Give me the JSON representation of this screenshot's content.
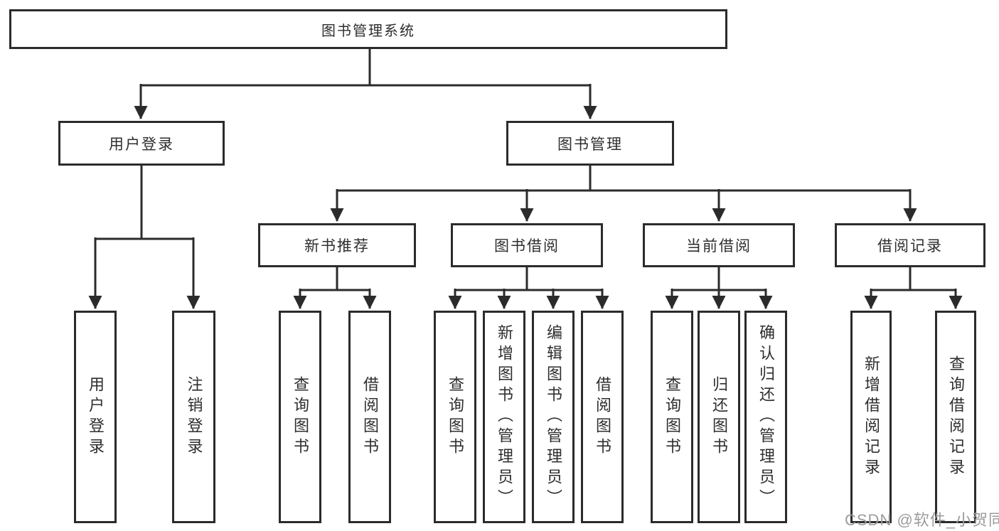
{
  "diagram": {
    "root": {
      "label": "图书管理系统"
    },
    "level1": [
      {
        "label": "用户登录"
      },
      {
        "label": "图书管理"
      }
    ],
    "level2": [
      {
        "label": "新书推荐"
      },
      {
        "label": "图书借阅"
      },
      {
        "label": "当前借阅"
      },
      {
        "label": "借阅记录"
      }
    ],
    "leaves": {
      "user_login": [
        "用户登录",
        "注销登录"
      ],
      "new_book": [
        "查询图书",
        "借阅图书"
      ],
      "book_borrow": [
        "查询图书",
        "新增图书（管理员）",
        "编辑图书（管理员）",
        "借阅图书"
      ],
      "current_borrow": [
        "查询图书",
        "归还图书",
        "确认归还（管理员）"
      ],
      "borrow_record": [
        "新增借阅记录",
        "查询借阅记录"
      ]
    }
  },
  "watermark": {
    "text": "CSDN @软件_小贺同学"
  },
  "colors": {
    "line": "#2b2b2b",
    "box_border": "#2b2b2b",
    "box_fill": "#ffffff",
    "text": "#2e2e2e",
    "watermark": "#9c9c9c"
  }
}
